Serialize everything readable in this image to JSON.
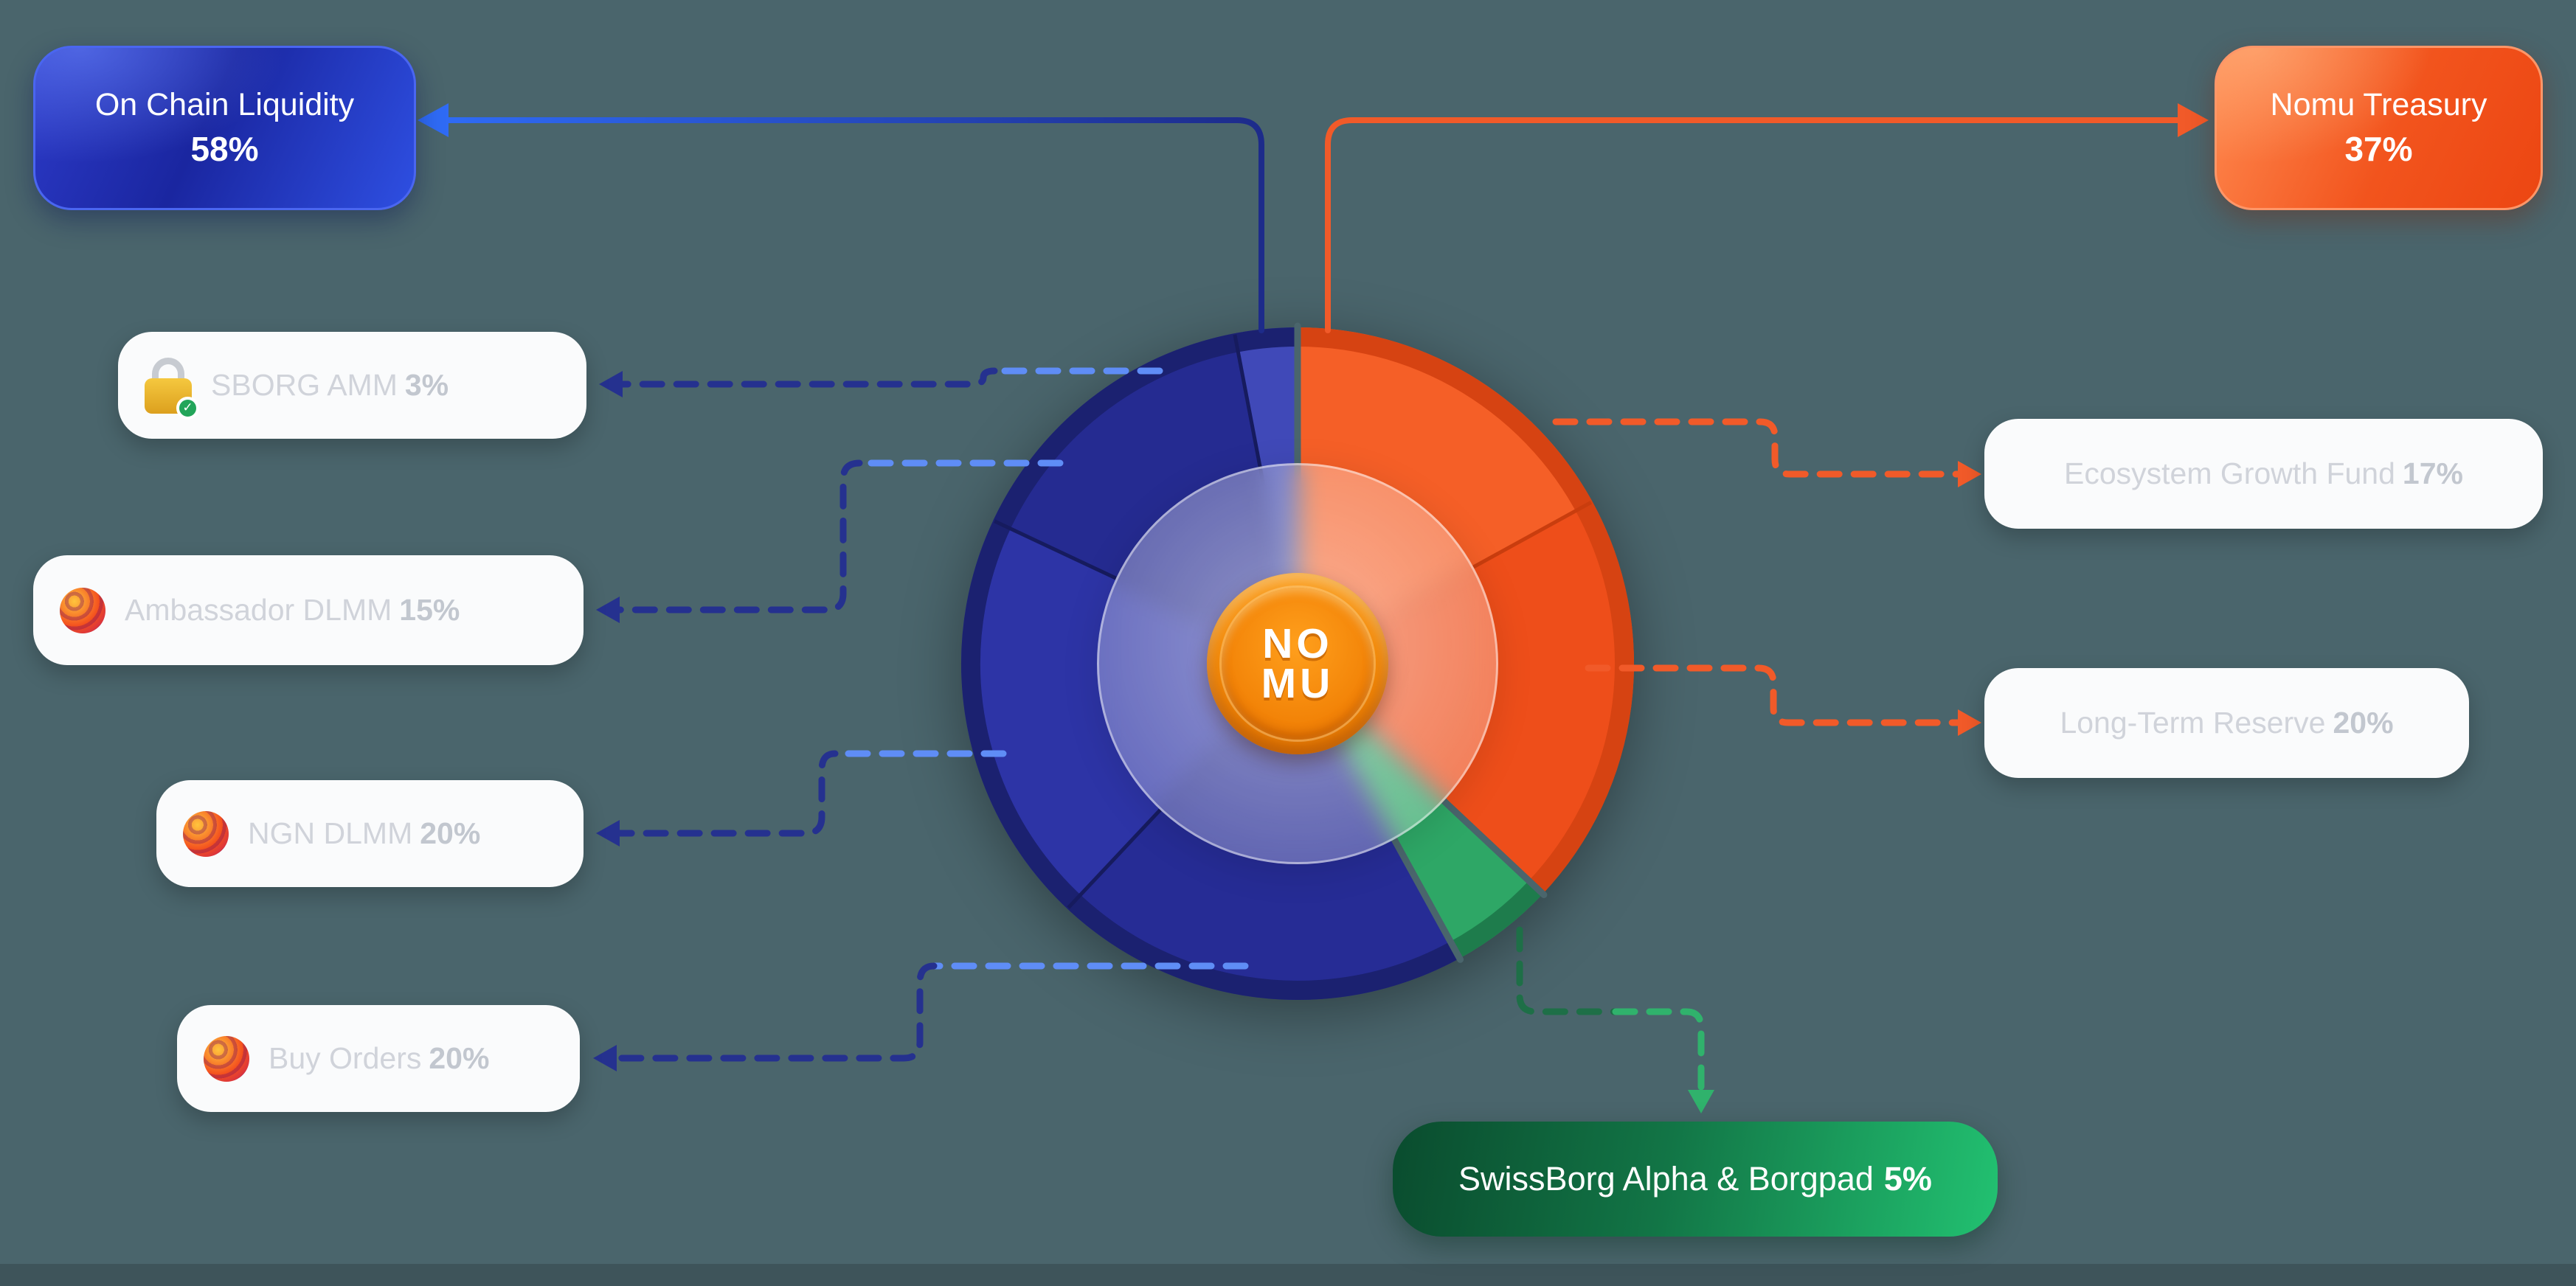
{
  "colors": {
    "background": "#4a656c",
    "navy_dash": "#25318f",
    "lightblue_dash": "#5f8df6",
    "orange_dash": "#f15a29",
    "green_dash_dark": "#1e6f47",
    "green_dash_bright": "#30b26c",
    "solid_blue_bright": "#2f6bf5",
    "solid_blue_dark": "#1d2b8a",
    "solid_orange": "#f15a29",
    "card_background": "#fafbfc",
    "faint_label": "#aab1bd"
  },
  "chart_data": {
    "type": "pie",
    "title": "",
    "units": "%",
    "start_angle_deg": 0,
    "clockwise": true,
    "gap_color": "#4a656c",
    "segments": [
      {
        "label": "Nomu Treasury",
        "value": 37,
        "color": "#f4571f",
        "rim": "#d64312",
        "divider": "#c93d0e",
        "sub": [
          {
            "label": "Ecosystem Growth Fund",
            "value": 17,
            "shade": "#f55f27"
          },
          {
            "label": "Long-Term Reserve",
            "value": 20,
            "shade": "#ee4e1a"
          }
        ]
      },
      {
        "label": "SwissBorg Alpha & Borgpad",
        "value": 5,
        "color": "#2ea766",
        "rim": "#1e7c4c",
        "divider": "#1e7c4c",
        "sub": [
          {
            "label": "SwissBorg Alpha & Borgpad",
            "value": 5,
            "shade": "#2ea766"
          }
        ]
      },
      {
        "label": "On Chain Liquidity",
        "value": 58,
        "color": "#2a309e",
        "rim": "#1b2170",
        "divider": "#161b5e",
        "sub": [
          {
            "label": "Buy Orders",
            "value": 20,
            "shade": "#262c95"
          },
          {
            "label": "NGN DLMM",
            "value": 20,
            "shade": "#2d34a6"
          },
          {
            "label": "Ambassador DLMM",
            "value": 15,
            "shade": "#252b91"
          },
          {
            "label": "SBORG AMM",
            "value": 3,
            "shade": "#4049b8"
          }
        ]
      }
    ]
  },
  "callouts": {
    "on_chain_liquidity": {
      "title": "On Chain Liquidity",
      "percent": "58%"
    },
    "nomu_treasury": {
      "title": "Nomu Treasury",
      "percent": "37%"
    },
    "left_items": [
      {
        "label": "SBORG AMM",
        "percent": "3%",
        "icon": "lock-check-icon"
      },
      {
        "label": "Ambassador DLMM",
        "percent": "15%",
        "icon": "meteora-icon"
      },
      {
        "label": "NGN DLMM",
        "percent": "20%",
        "icon": "meteora-icon"
      },
      {
        "label": "Buy Orders",
        "percent": "20%",
        "icon": "meteora-icon"
      }
    ],
    "right_items": [
      {
        "label": "Ecosystem Growth Fund",
        "percent": "17%"
      },
      {
        "label": "Long-Term Reserve",
        "percent": "20%"
      }
    ],
    "swissborg_alpha": {
      "label": "SwissBorg Alpha & Borgpad",
      "percent": "5%"
    }
  },
  "coin": {
    "line1": "NO",
    "line2": "MU"
  }
}
